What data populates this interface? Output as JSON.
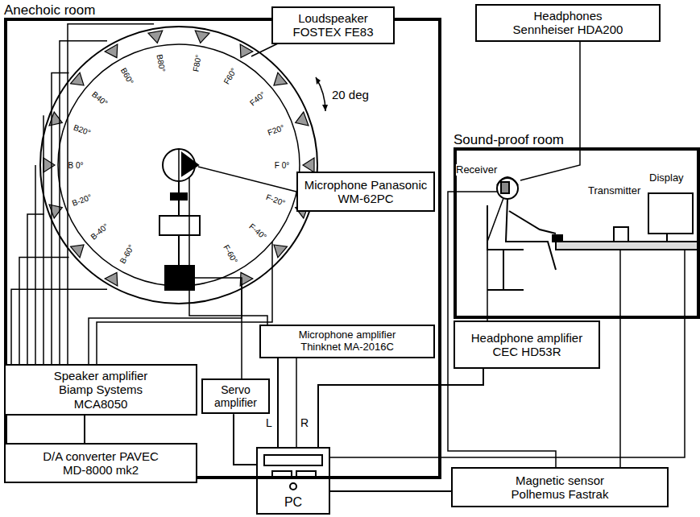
{
  "diagram": {
    "nodes": [
      {
        "text": [
          "Anechoic room"
        ]
      },
      {
        "text": [
          "Loudspeaker FOSTEX FE83"
        ],
        "in": 0
      },
      {
        "text": [
          "Microphone Panasonic WM-62PC"
        ],
        "in": 0
      },
      {
        "text": [
          "Microphone amplifier Thinknet MA-2016C"
        ],
        "in": 0
      },
      {
        "text": [
          "Headphones Sennheiser HDA200"
        ]
      },
      {
        "text": [
          "Sound-proof room"
        ]
      },
      {
        "text": [
          "Headphone amplifier CEC HD53R"
        ]
      },
      {
        "text": [
          "Speaker amplifier Biamp Systems MCA8050"
        ]
      },
      {
        "text": [
          "Servo amplifier"
        ]
      },
      {
        "text": [
          "D/A converter PAVEC MD-8000 mk2"
        ]
      },
      {
        "text": [
          "PC"
        ]
      },
      {
        "text": [
          "Magnetic sensor Polhemus Fastrak"
        ]
      }
    ],
    "edges": [
      {
        "from": 7,
        "to": 9,
        "arrow": "none"
      },
      {
        "from": 9,
        "to": 10,
        "arrow": "none"
      },
      {
        "from": 8,
        "to": 10,
        "arrow": "none"
      },
      {
        "from": 3,
        "to": 10,
        "arrow": "none"
      },
      {
        "from": 6,
        "to": 10,
        "arrow": "none"
      },
      {
        "from": 11,
        "to": 10,
        "arrow": "none"
      }
    ],
    "labels": [
      "F80°",
      "F60°",
      "F40°",
      "F20°",
      "F 0°",
      "F-20°",
      "F-40°",
      "F-60°",
      "B80°",
      "B60°",
      "B40°",
      "B20°",
      "B 0°",
      "B-20°",
      "B-40°",
      "B-60°",
      "20 deg",
      "L",
      "R",
      "Receiver",
      "Transmitter",
      "Display"
    ]
  }
}
